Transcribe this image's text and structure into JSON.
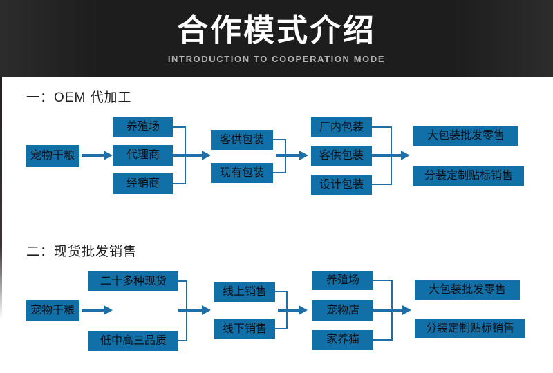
{
  "header": {
    "title": "合作模式介绍",
    "subtitle": "INTRODUCTION TO COOPERATION MODE"
  },
  "colors": {
    "box_blue": "#1170a8",
    "line_blue": "#1e6fa8",
    "header_bg": "#1d1d1d",
    "subtitle_gray": "#b3b3b3",
    "node_text": "#0c1016",
    "page_bg": "#ffffff"
  },
  "sections": [
    {
      "heading": "一：OEM 代加工",
      "source": "宠物干粮",
      "channels": [
        "养殖场",
        "代理商",
        "经销商"
      ],
      "supplied_packaging": [
        "客供包装",
        "现有包装"
      ],
      "packaging_types": [
        "厂内包装",
        "客供包装",
        "设计包装"
      ],
      "outputs": [
        "大包装批发零售",
        "分装定制贴标销售"
      ]
    },
    {
      "heading": "二：现货批发销售",
      "source": "宠物干粮",
      "stock": [
        "二十多种现货",
        "低中高三品质"
      ],
      "sales_channels": [
        "线上销售",
        "线下销售"
      ],
      "customers": [
        "养殖场",
        "宠物店",
        "家养猫"
      ],
      "outputs": [
        "大包装批发零售",
        "分装定制贴标销售"
      ]
    }
  ]
}
